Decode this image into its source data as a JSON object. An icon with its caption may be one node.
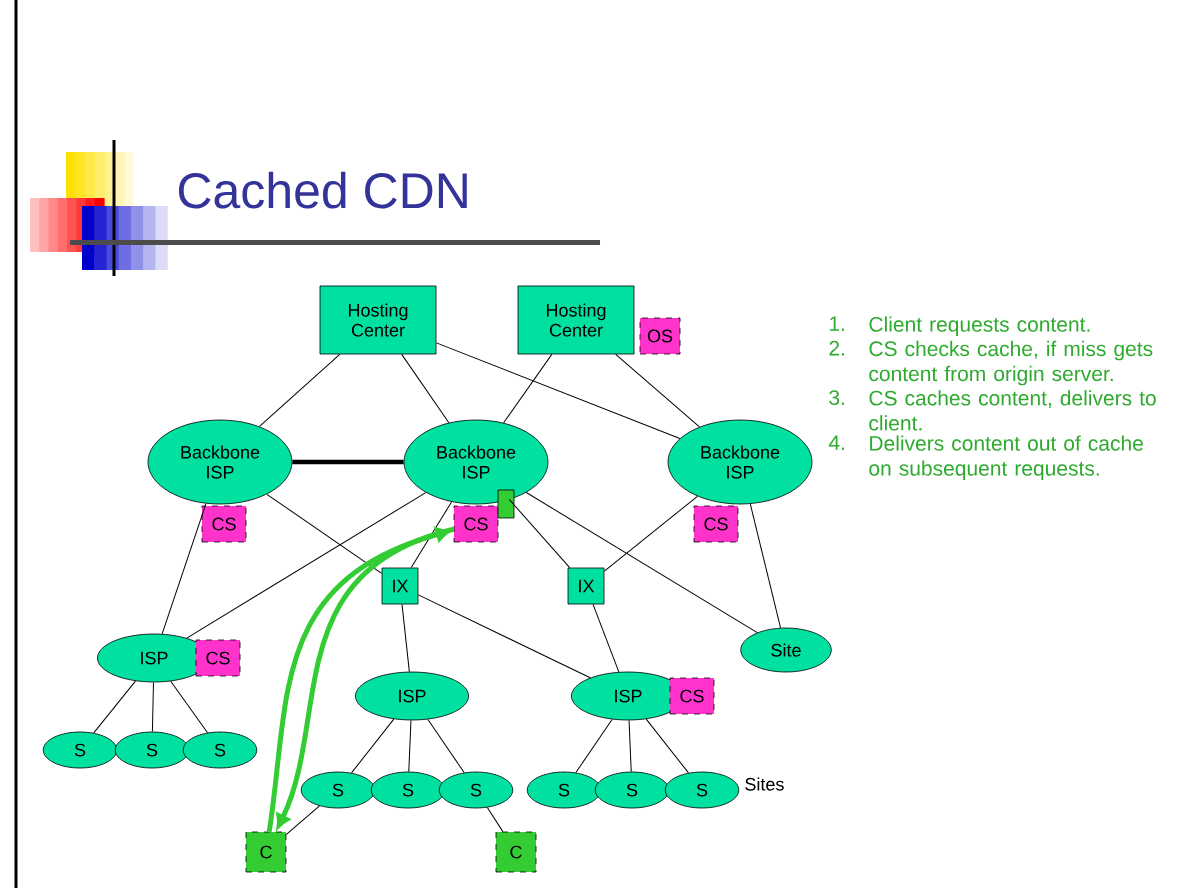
{
  "diagram": {
    "title": "Cached CDN",
    "nodes": [
      {
        "text": [
          "Hosting Center"
        ]
      },
      {
        "text": [
          "Hosting Center"
        ]
      },
      {
        "text": [
          "OS"
        ]
      },
      {
        "text": [
          "Backbone ISP"
        ]
      },
      {
        "text": [
          "CS"
        ]
      },
      {
        "text": [
          "Backbone ISP"
        ]
      },
      {
        "text": [
          "CS"
        ]
      },
      {
        "text": [],
        "shape": "box"
      },
      {
        "text": [
          "Backbone ISP"
        ]
      },
      {
        "text": [
          "CS"
        ]
      },
      {
        "text": [
          "IX"
        ]
      },
      {
        "text": [
          "IX"
        ]
      },
      {
        "text": [
          "ISP"
        ]
      },
      {
        "text": [
          "CS"
        ]
      },
      {
        "text": [
          "Site"
        ]
      },
      {
        "text": [
          "ISP"
        ]
      },
      {
        "text": [
          "ISP"
        ]
      },
      {
        "text": [
          "CS"
        ]
      },
      {
        "text": [
          "S"
        ]
      },
      {
        "text": [
          "S"
        ]
      },
      {
        "text": [
          "S"
        ]
      },
      {
        "text": [
          "S"
        ]
      },
      {
        "text": [
          "S"
        ]
      },
      {
        "text": [
          "S"
        ]
      },
      {
        "text": [
          "S"
        ]
      },
      {
        "text": [
          "S"
        ]
      },
      {
        "text": [
          "S"
        ]
      },
      {
        "text": [
          "C"
        ]
      },
      {
        "text": [
          "C"
        ]
      }
    ],
    "edges": [
      {
        "from": 0,
        "to": 3,
        "arrow": "none"
      },
      {
        "from": 0,
        "to": 5,
        "arrow": "none"
      },
      {
        "from": 0,
        "to": 8,
        "arrow": "none"
      },
      {
        "from": 1,
        "to": 5,
        "arrow": "none"
      },
      {
        "from": 1,
        "to": 8,
        "arrow": "none"
      },
      {
        "from": 3,
        "to": 5,
        "arrow": "none",
        "style": "thick"
      },
      {
        "from": 3,
        "to": 12,
        "arrow": "none"
      },
      {
        "from": 3,
        "to": 10,
        "arrow": "none"
      },
      {
        "from": 5,
        "to": 12,
        "arrow": "none"
      },
      {
        "from": 5,
        "to": 10,
        "arrow": "none"
      },
      {
        "from": 5,
        "to": 11,
        "arrow": "none"
      },
      {
        "from": 5,
        "to": 14,
        "arrow": "none"
      },
      {
        "from": 8,
        "to": 11,
        "arrow": "none"
      },
      {
        "from": 8,
        "to": 14,
        "arrow": "none"
      },
      {
        "from": 10,
        "to": 15,
        "arrow": "none"
      },
      {
        "from": 10,
        "to": 16,
        "arrow": "none"
      },
      {
        "from": 11,
        "to": 16,
        "arrow": "none"
      },
      {
        "from": 12,
        "to": 18,
        "arrow": "none"
      },
      {
        "from": 12,
        "to": 19,
        "arrow": "none"
      },
      {
        "from": 12,
        "to": 20,
        "arrow": "none"
      },
      {
        "from": 15,
        "to": 21,
        "arrow": "none"
      },
      {
        "from": 15,
        "to": 22,
        "arrow": "none"
      },
      {
        "from": 15,
        "to": 23,
        "arrow": "none"
      },
      {
        "from": 16,
        "to": 24,
        "arrow": "none"
      },
      {
        "from": 16,
        "to": 25,
        "arrow": "none"
      },
      {
        "from": 16,
        "to": 26,
        "arrow": "none"
      },
      {
        "from": 21,
        "to": 27,
        "arrow": "none"
      },
      {
        "from": 23,
        "to": 28,
        "arrow": "none"
      },
      {
        "from": 27,
        "to": 6,
        "arrow": "to",
        "style": "thick",
        "color": "#33cc33"
      },
      {
        "from": 6,
        "to": 27,
        "arrow": "to",
        "style": "thick",
        "color": "#33cc33"
      }
    ],
    "labels": [
      "1.",
      "Client requests content.",
      "2.",
      "CS checks cache, if miss gets content from origin server.",
      "3.",
      "CS caches content, delivers to client.",
      "4.",
      "Delivers content out of cache on subsequent requests.",
      "Sites"
    ]
  }
}
